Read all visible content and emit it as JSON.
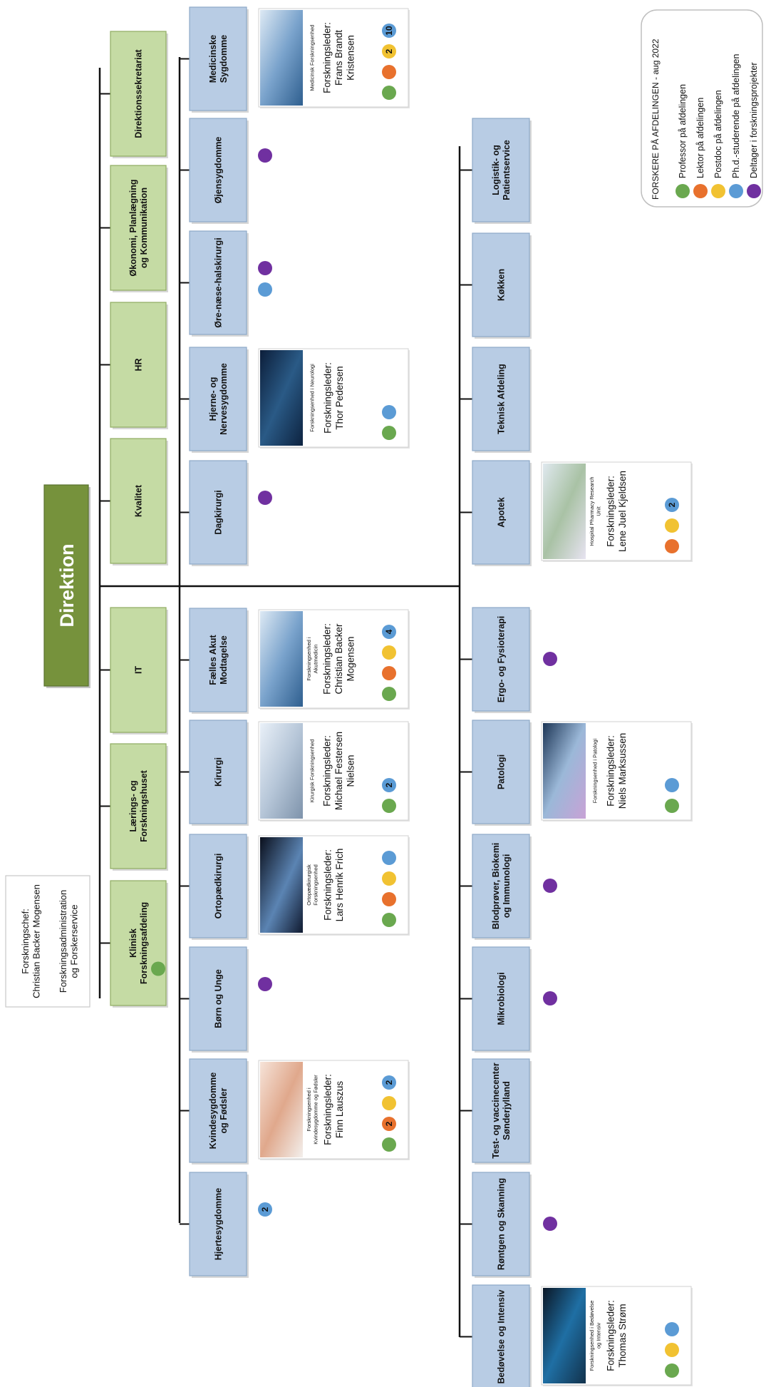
{
  "direktion": "Direktion",
  "research_chief": {
    "title_lines": [
      "Forskningschef:",
      "Christian Backer Mogensen"
    ],
    "sub_lines": [
      "Forskningsadministration",
      "og Forskerservice"
    ]
  },
  "staff_units": [
    {
      "lines": [
        "Direktionssekretariat"
      ]
    },
    {
      "lines": [
        "Økonomi, Planlægning",
        "og Kommunikation"
      ]
    },
    {
      "lines": [
        "HR"
      ]
    },
    {
      "lines": [
        "Kvalitet"
      ]
    },
    {
      "lines": [
        "IT"
      ]
    },
    {
      "lines": [
        "Lærings- og",
        "Forskningshuset"
      ]
    },
    {
      "lines": [
        "Klinisk",
        "Forskningsafdeling"
      ],
      "dots": [
        {
          "kind": "professor"
        }
      ]
    }
  ],
  "clinical_departments": [
    {
      "lines": [
        "Medicinske",
        "Sygdomme"
      ],
      "unit": {
        "caption_lines": [
          "Medicinsk Forskningsenhed"
        ],
        "leader_lines": [
          "Forskningsleder:",
          "Frans Brandt",
          "Kristensen"
        ],
        "image": "lab-photo",
        "dots": [
          {
            "kind": "professor"
          },
          {
            "kind": "lektor"
          },
          {
            "kind": "postdoc",
            "count": "2"
          },
          {
            "kind": "phd",
            "count": "10"
          }
        ]
      }
    },
    {
      "lines": [
        "Øjensygdomme"
      ],
      "dots": [
        {
          "kind": "deltager"
        }
      ]
    },
    {
      "lines": [
        "Øre-næse-halskirurgi"
      ],
      "dots": [
        {
          "kind": "deltager"
        },
        {
          "kind": "phd"
        }
      ]
    },
    {
      "lines": [
        "Hjerne- og",
        "Nervesygdomme"
      ],
      "unit": {
        "caption_lines": [
          "Forskningsenhed i Neurologi"
        ],
        "leader_lines": [
          "Forskningsleder:",
          "Thor Pedersen"
        ],
        "image": "neuron-photo",
        "dots": [
          {
            "kind": "professor"
          },
          {
            "kind": "phd"
          }
        ]
      }
    },
    {
      "lines": [
        "Dagkirurgi"
      ],
      "dots": [
        {
          "kind": "deltager"
        }
      ]
    },
    {
      "lines": [
        "Fælles Akut",
        "Modtagelse"
      ],
      "unit": {
        "caption_lines": [
          "Forskningsenhed i",
          "Akutmedicin"
        ],
        "leader_lines": [
          "Forskningsleder:",
          "Christian Backer",
          "Mogensen"
        ],
        "image": "lab-photo",
        "dots": [
          {
            "kind": "professor"
          },
          {
            "kind": "lektor"
          },
          {
            "kind": "postdoc"
          },
          {
            "kind": "phd",
            "count": "4"
          }
        ]
      }
    },
    {
      "lines": [
        "Kirurgi"
      ],
      "unit": {
        "caption_lines": [
          "Kirurgisk Forskningsenhed"
        ],
        "leader_lines": [
          "Forskningsleder:",
          "Michael Festersen",
          "Nielsen"
        ],
        "image": "robot-photo",
        "dots": [
          {
            "kind": "professor"
          },
          {
            "kind": "phd",
            "count": "2"
          }
        ]
      }
    },
    {
      "lines": [
        "Ortopædkirurgi"
      ],
      "unit": {
        "caption_lines": [
          "Ortopædkirurgisk",
          "Forskningsenhed"
        ],
        "leader_lines": [
          "Forskningsleder:",
          "Lars Henrik Frich"
        ],
        "image": "xray-photo",
        "dots": [
          {
            "kind": "professor"
          },
          {
            "kind": "lektor"
          },
          {
            "kind": "postdoc"
          },
          {
            "kind": "phd"
          }
        ]
      }
    },
    {
      "lines": [
        "Børn og Unge"
      ],
      "dots": [
        {
          "kind": "deltager"
        }
      ]
    },
    {
      "lines": [
        "Kvindesygdomme",
        "og Fødsler"
      ],
      "unit": {
        "caption_lines": [
          "Forskningsenhed i",
          "Kvindesygdomme og Fødsler"
        ],
        "leader_lines": [
          "Forskningsleder:",
          "Finn Lauszus"
        ],
        "image": "baby-photo",
        "dots": [
          {
            "kind": "professor"
          },
          {
            "kind": "lektor",
            "count": "2"
          },
          {
            "kind": "postdoc"
          },
          {
            "kind": "phd",
            "count": "2"
          }
        ]
      }
    },
    {
      "lines": [
        "Hjertesygdomme"
      ],
      "dots": [
        {
          "kind": "phd",
          "count": "2"
        }
      ]
    }
  ],
  "service_departments": [
    {
      "lines": [
        "Logistik- og",
        "Patientservice"
      ]
    },
    {
      "lines": [
        "Køkken"
      ]
    },
    {
      "lines": [
        "Teknisk Afdeling"
      ]
    },
    {
      "lines": [
        "Apotek"
      ],
      "unit": {
        "caption_lines": [
          "Hospital Pharmacy Research",
          "Unit"
        ],
        "leader_lines": [
          "Forskningsleder:",
          "Lene Juel Kjeldsen"
        ],
        "image": "pharmacy-photo",
        "dots": [
          {
            "kind": "lektor"
          },
          {
            "kind": "postdoc"
          },
          {
            "kind": "phd",
            "count": "2"
          }
        ]
      }
    },
    {
      "lines": [
        "Ergo- og Fysioterapi"
      ],
      "dots": [
        {
          "kind": "deltager"
        }
      ]
    },
    {
      "lines": [
        "Patologi"
      ],
      "unit": {
        "caption_lines": [
          "Forskningsenhed i Patologi"
        ],
        "leader_lines": [
          "Forskningsleder:",
          "Niels Marksussen"
        ],
        "image": "pathology-photo",
        "dots": [
          {
            "kind": "professor"
          },
          {
            "kind": "phd"
          }
        ]
      }
    },
    {
      "lines": [
        "Blodprøver, Biokemi",
        "og Immunologi"
      ],
      "dots": [
        {
          "kind": "deltager"
        }
      ]
    },
    {
      "lines": [
        "Mikrobiologi"
      ],
      "dots": [
        {
          "kind": "deltager"
        }
      ]
    },
    {
      "lines": [
        "Test- og vaccinecenter",
        "Sønderjylland"
      ]
    },
    {
      "lines": [
        "Røntgen og Skanning"
      ],
      "dots": [
        {
          "kind": "deltager"
        }
      ]
    },
    {
      "lines": [
        "Bedøvelse og Intensiv"
      ],
      "unit": {
        "caption_lines": [
          "Forskningsenhed i Bedøvelse",
          "og Intensiv"
        ],
        "leader_lines": [
          "Forskningsleder:",
          "Thomas Strøm"
        ],
        "image": "monitor-photo",
        "dots": [
          {
            "kind": "professor"
          },
          {
            "kind": "postdoc"
          },
          {
            "kind": "phd"
          }
        ]
      }
    }
  ],
  "legend": {
    "title": "FORSKERE PÅ AFDELINGEN - aug 2022",
    "items": [
      {
        "kind": "professor",
        "label": "Professor på afdelingen"
      },
      {
        "kind": "lektor",
        "label": "Lektor på afdelingen"
      },
      {
        "kind": "postdoc",
        "label": "Postdoc på afdelingen"
      },
      {
        "kind": "phd",
        "label": "Ph.d.-studerende på afdelingen"
      },
      {
        "kind": "deltager",
        "label": "Deltager i forskningsprojekter"
      }
    ]
  },
  "colors": {
    "professor": "#6aa84f",
    "lektor": "#e8712d",
    "postdoc": "#f1c232",
    "phd": "#5b9bd5",
    "deltager": "#7030a0",
    "dept_fill": "#b8cce4",
    "dept_stroke": "#8ea9c8",
    "staff_fill": "#c5dba4",
    "staff_stroke": "#8fac62",
    "direktion_fill": "#76923c",
    "line": "#111111"
  }
}
